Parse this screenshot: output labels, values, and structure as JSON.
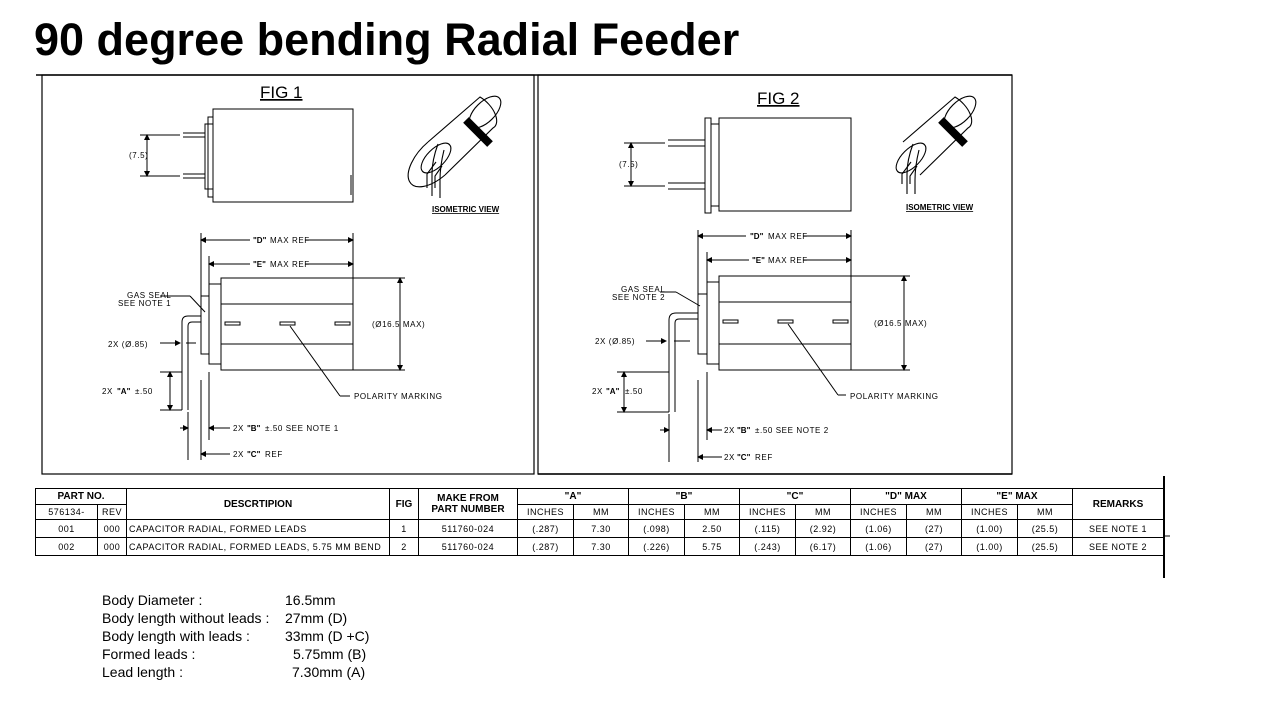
{
  "title": "90 degree bending Radial Feeder",
  "fig1": {
    "label": "FIG 1",
    "isometric": "ISOMETRIC VIEW",
    "dim_75": "(7.5)",
    "d_ref": "MAX REF",
    "e_ref": "MAX REF",
    "gas_seal_1": "GAS SEAL",
    "gas_seal_2": "SEE NOTE 1",
    "dia": "(Ø16.5 MAX)",
    "lead_dia": "2X (Ø.85)",
    "a_dim": "2X",
    "a_tol": "±.50",
    "polarity": "POLARITY MARKING",
    "b_dim_pre": "2X",
    "b_dim_post": "±.50 SEE NOTE 1",
    "c_dim_pre": "2X",
    "c_dim_post": "REF"
  },
  "fig2": {
    "label": "FIG 2",
    "isometric": "ISOMETRIC VIEW",
    "dim_75": "(7.5)",
    "d_ref": "MAX REF",
    "e_ref": "MAX REF",
    "gas_seal_1": "GAS SEAL",
    "gas_seal_2": "SEE NOTE 2",
    "dia": "(Ø16.5 MAX)",
    "lead_dia": "2X (Ø.85)",
    "a_dim": "2X",
    "a_tol": "±.50",
    "polarity": "POLARITY MARKING",
    "b_dim_pre": "2X",
    "b_dim_post": "±.50 SEE NOTE 2",
    "c_dim_pre": "2X",
    "c_dim_post": "REF"
  },
  "dim_letters": {
    "a": "\"A\"",
    "b": "\"B\"",
    "c": "\"C\"",
    "d": "\"D\"",
    "e": "\"E\""
  },
  "table": {
    "part_no": "PART NO.",
    "part_prefix": "576134-",
    "rev": "REV",
    "description": "DESCRTIPION",
    "fig": "FIG",
    "make_from": "MAKE FROM",
    "part_number": "PART NUMBER",
    "col_a": "\"A\"",
    "col_b": "\"B\"",
    "col_c": "\"C\"",
    "col_d": "\"D\" MAX",
    "col_e": "\"E\" MAX",
    "remarks": "REMARKS",
    "inches": "INCHES",
    "mm": "MM",
    "rows": [
      {
        "part": "001",
        "rev": "000",
        "desc": "CAPACITOR RADIAL, FORMED LEADS",
        "fig": "1",
        "make": "511760-024",
        "a_in": "(.287)",
        "a_mm": "7.30",
        "b_in": "(.098)",
        "b_mm": "2.50",
        "c_in": "(.115)",
        "c_mm": "(2.92)",
        "d_in": "(1.06)",
        "d_mm": "(27)",
        "e_in": "(1.00)",
        "e_mm": "(25.5)",
        "remarks": "SEE NOTE 1"
      },
      {
        "part": "002",
        "rev": "000",
        "desc": "CAPACITOR RADIAL, FORMED LEADS, 5.75 MM BEND",
        "fig": "2",
        "make": "511760-024",
        "a_in": "(.287)",
        "a_mm": "7.30",
        "b_in": "(.226)",
        "b_mm": "5.75",
        "c_in": "(.243)",
        "c_mm": "(6.17)",
        "d_in": "(1.06)",
        "d_mm": "(27)",
        "e_in": "(1.00)",
        "e_mm": "(25.5)",
        "remarks": "SEE NOTE 2"
      }
    ]
  },
  "notes": [
    {
      "label": "Body Diameter :",
      "value": "16.5mm"
    },
    {
      "label": "Body length without leads :",
      "value": "27mm (D)"
    },
    {
      "label": "Body length with leads :",
      "value": "33mm (D +C)"
    },
    {
      "label": "Formed leads :",
      "value": "5.75mm (B)"
    },
    {
      "label": "Lead length :",
      "value": "7.30mm (A)"
    }
  ]
}
